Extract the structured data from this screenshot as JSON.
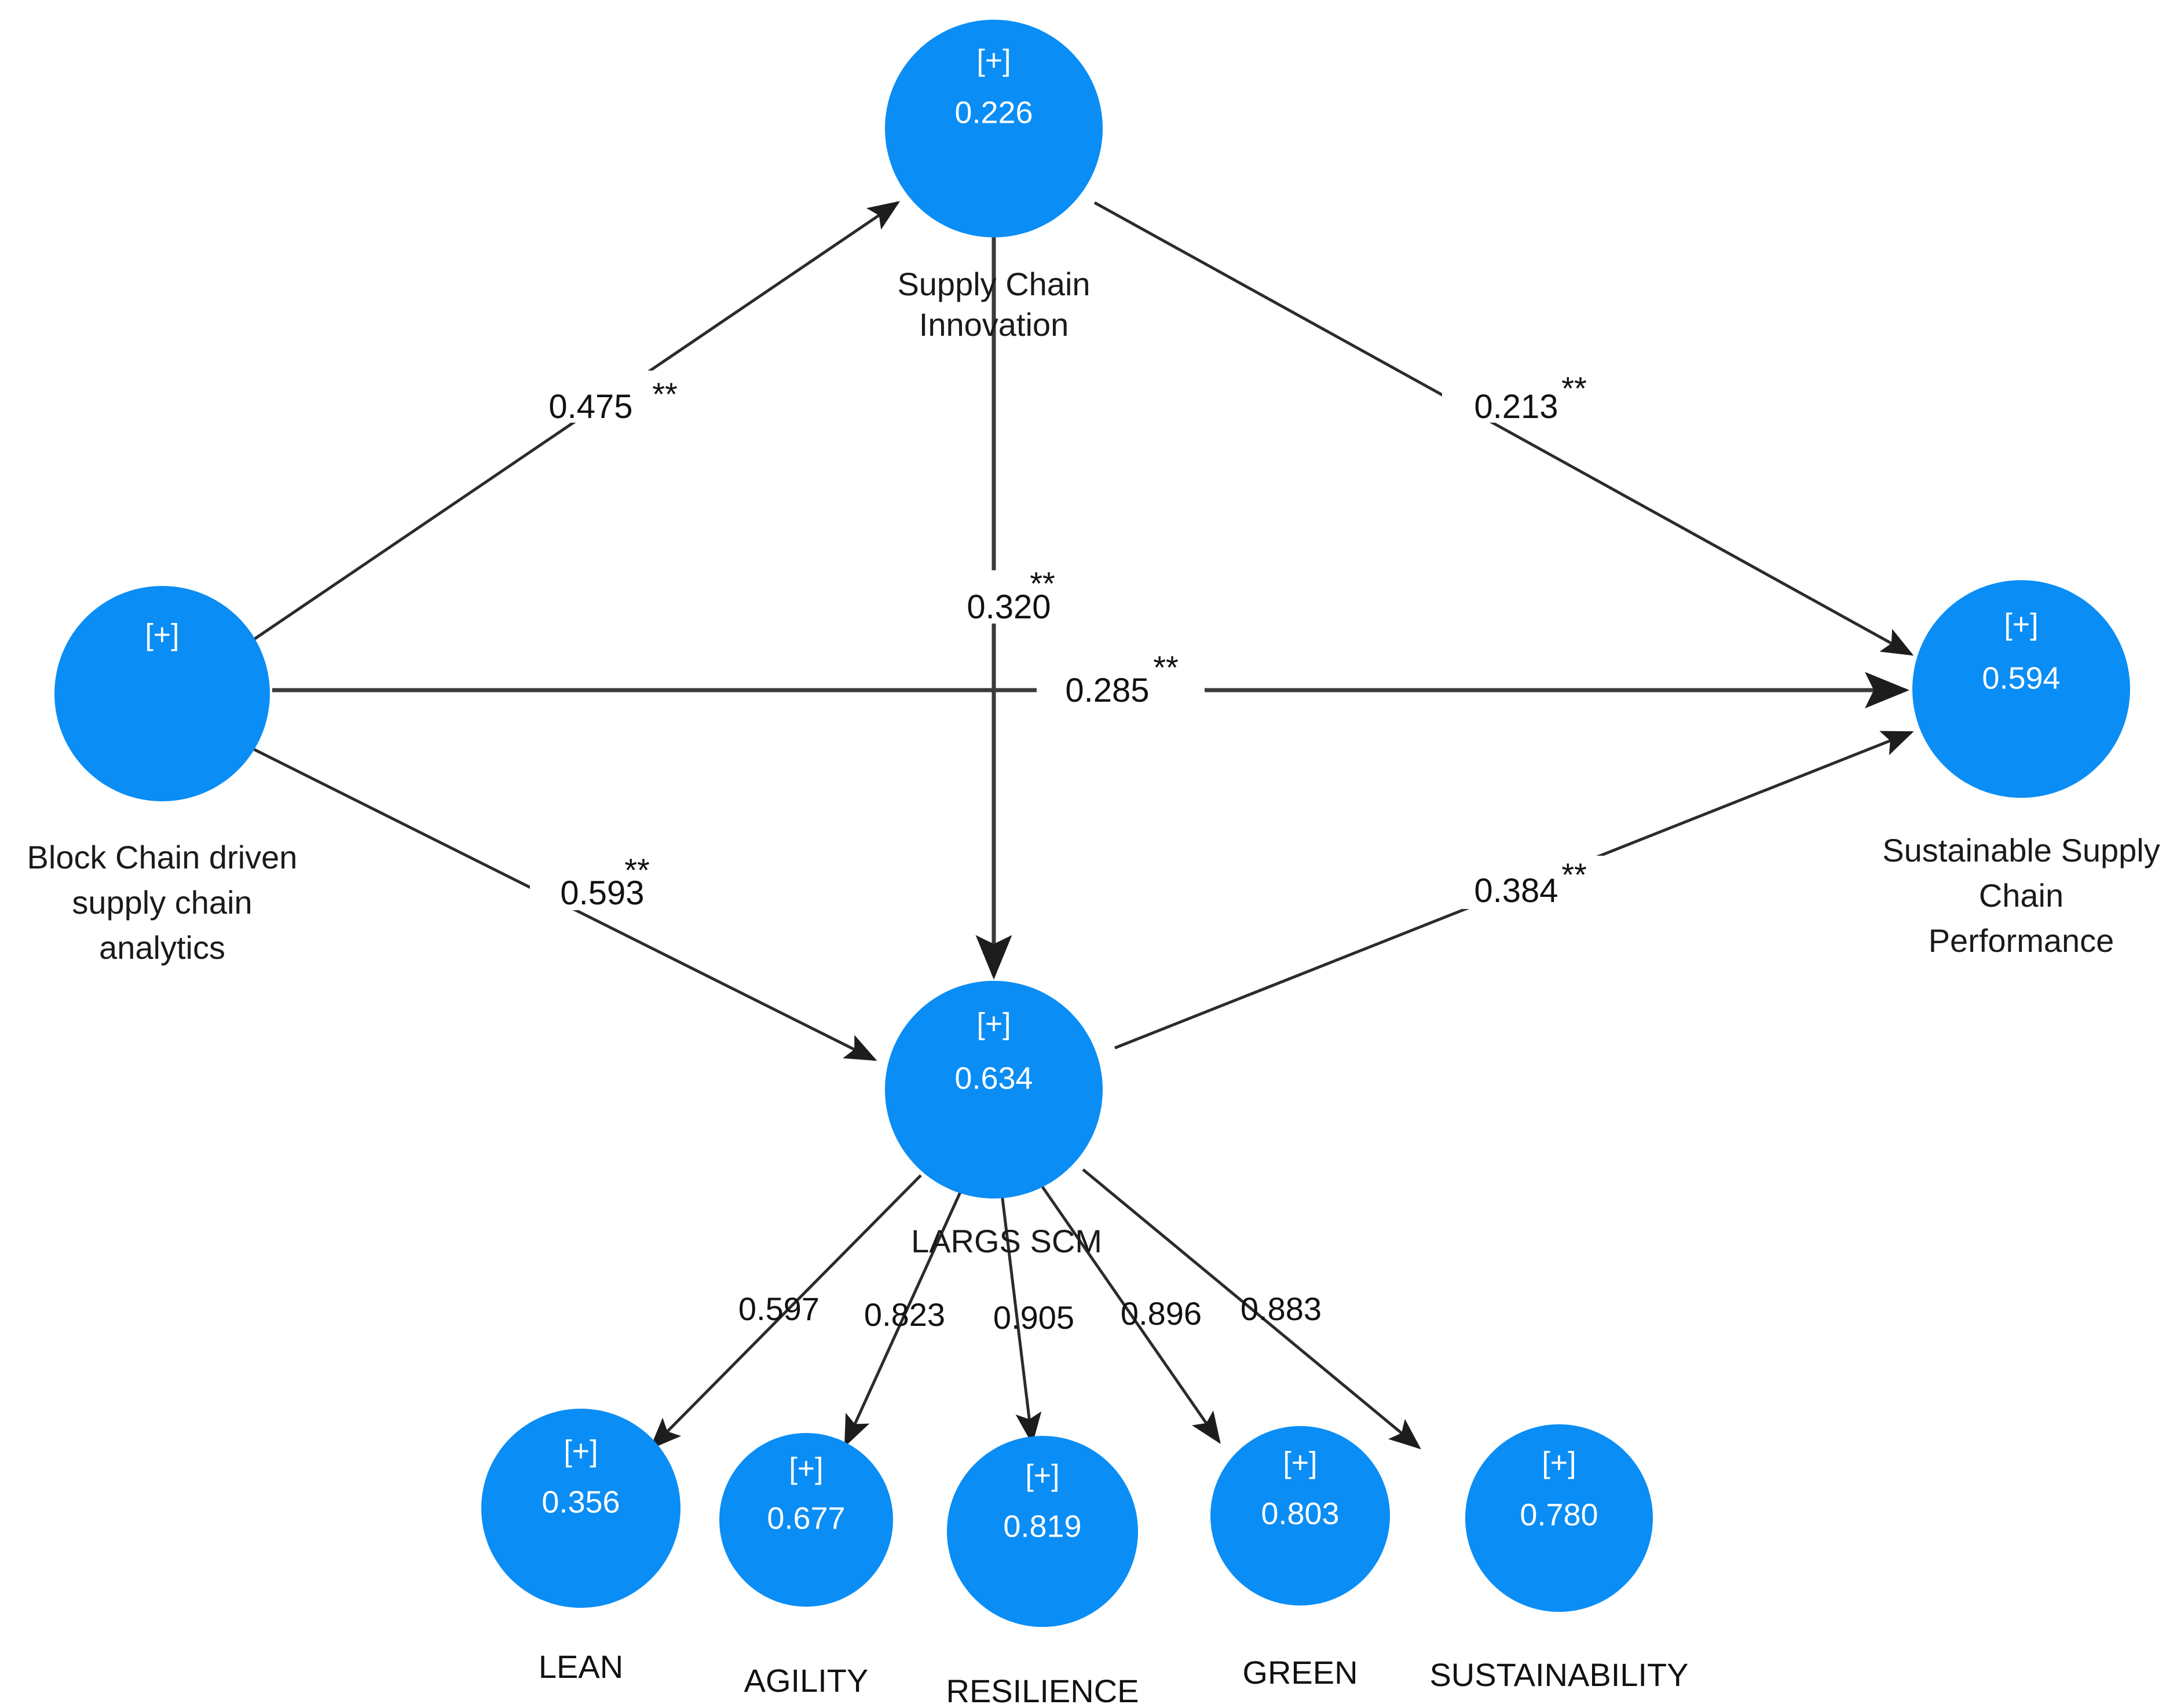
{
  "chart_data": {
    "type": "diagram",
    "title": "Blockchain driven supply chain analytics PLS-SEM structural model",
    "notation": {
      "inner_symbol": "[+]",
      "significance_marker": "**"
    },
    "constructs": [
      {
        "id": "bcsca",
        "label": "Block Chain driven supply chain analytics",
        "label_lines": [
          "Block Chain driven",
          "supply chain",
          "analytics"
        ],
        "plus": "[+]",
        "value": "",
        "role": "exogenous"
      },
      {
        "id": "sci",
        "label": "Supply Chain Innovation",
        "label_lines": [
          "Supply Chain",
          "Innovation"
        ],
        "plus": "[+]",
        "value": "0.226",
        "role": "mediator"
      },
      {
        "id": "largs",
        "label": "LARGS SCM",
        "label_lines": [
          "LARGS SCM"
        ],
        "plus": "[+]",
        "value": "0.634",
        "role": "mediator"
      },
      {
        "id": "sscp",
        "label": "Sustainable Supply Chain Performance",
        "label_lines": [
          "Sustainable Supply",
          "Chain",
          "Performance"
        ],
        "plus": "[+]",
        "value": "0.594",
        "role": "endogenous"
      }
    ],
    "indicators": [
      {
        "id": "lean",
        "label": "LEAN",
        "plus": "[+]",
        "value": "0.356",
        "loading": "0.597"
      },
      {
        "id": "agility",
        "label": "AGILITY",
        "plus": "[+]",
        "value": "0.677",
        "loading": "0.823"
      },
      {
        "id": "resilience",
        "label": "RESILIENCE",
        "plus": "[+]",
        "value": "0.819",
        "loading": "0.905"
      },
      {
        "id": "green",
        "label": "GREEN",
        "plus": "[+]",
        "value": "0.803",
        "loading": "0.896"
      },
      {
        "id": "sustainability",
        "label": "SUSTAINABILITY",
        "plus": "[+]",
        "value": "0.780",
        "loading": "0.883"
      }
    ],
    "paths": [
      {
        "id": "bcsca-sci",
        "from": "bcsca",
        "to": "sci",
        "coefficient": "0.475",
        "stars": "**"
      },
      {
        "id": "sci-sscp",
        "from": "sci",
        "to": "sscp",
        "coefficient": "0.213",
        "stars": "**"
      },
      {
        "id": "sci-largs",
        "from": "sci",
        "to": "largs",
        "coefficient": "0.320",
        "stars": "**"
      },
      {
        "id": "bcsca-sscp",
        "from": "bcsca",
        "to": "sscp",
        "coefficient": "0.285",
        "stars": "**"
      },
      {
        "id": "bcsca-largs",
        "from": "bcsca",
        "to": "largs",
        "coefficient": "0.593",
        "stars": "**"
      },
      {
        "id": "largs-sscp",
        "from": "largs",
        "to": "sscp",
        "coefficient": "0.384",
        "stars": "**"
      }
    ],
    "loadings": [
      {
        "id": "largs-lean",
        "from": "largs",
        "to": "lean",
        "value": "0.597"
      },
      {
        "id": "largs-agility",
        "from": "largs",
        "to": "agility",
        "value": "0.823"
      },
      {
        "id": "largs-resilience",
        "from": "largs",
        "to": "resilience",
        "value": "0.905"
      },
      {
        "id": "largs-green",
        "from": "largs",
        "to": "green",
        "value": "0.896"
      },
      {
        "id": "largs-sustainability",
        "from": "largs",
        "to": "sustainability",
        "value": "0.883"
      }
    ],
    "colors": {
      "node_fill": "#0a8df5",
      "node_text": "#ffffff",
      "edge": "#2b2b2b",
      "label_text": "#111111",
      "background": "#ffffff"
    }
  }
}
